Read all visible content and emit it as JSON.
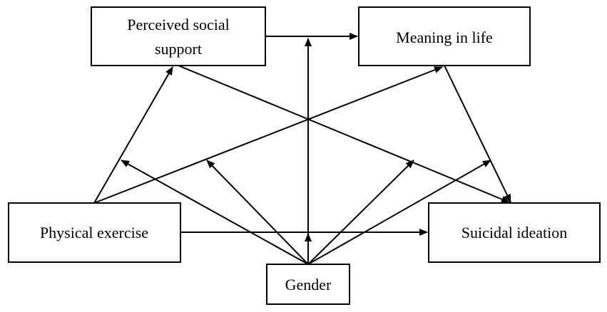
{
  "nodes": {
    "perceived_social_support": {
      "line1": "Perceived social",
      "line2": "support"
    },
    "meaning_in_life": {
      "label": "Meaning in life"
    },
    "physical_exercise": {
      "label": "Physical exercise"
    },
    "suicidal_ideation": {
      "label": "Suicidal ideation"
    },
    "gender": {
      "label": "Gender"
    }
  },
  "colors": {
    "stroke": "#000000",
    "background": "#ffffff"
  }
}
